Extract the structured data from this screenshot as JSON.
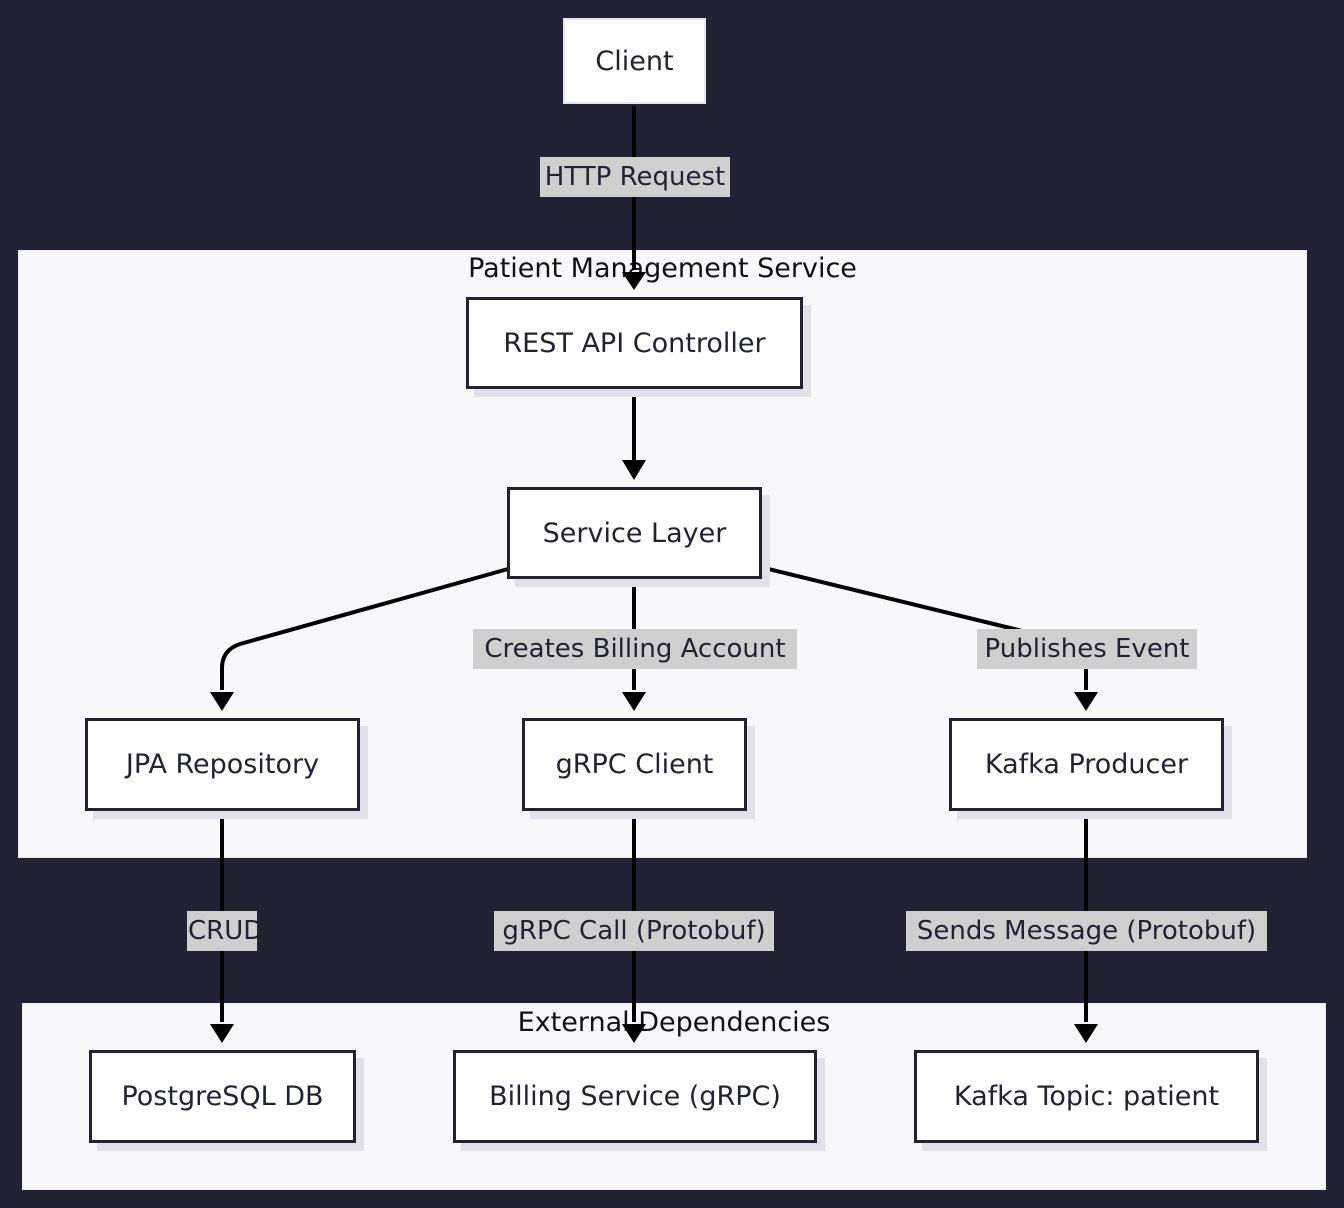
{
  "clusters": {
    "patient_service": "Patient Management Service",
    "external": "External Dependencies"
  },
  "nodes": {
    "client": "Client",
    "rest_controller": "REST API Controller",
    "service_layer": "Service Layer",
    "jpa_repository": "JPA Repository",
    "grpc_client": "gRPC Client",
    "kafka_producer": "Kafka Producer",
    "postgresql": "PostgreSQL DB",
    "billing_service": "Billing Service (gRPC)",
    "kafka_topic": "Kafka Topic: patient"
  },
  "edges": {
    "http_request": "HTTP Request",
    "creates_billing": "Creates Billing Account",
    "publishes_event": "Publishes Event",
    "crud": "CRUD",
    "grpc_call": "gRPC Call (Protobuf)",
    "sends_message": "Sends Message (Protobuf)"
  },
  "colors": {
    "background": "#232232",
    "cluster_fill": "#f8f8fa",
    "node_border": "#232232",
    "label_bg": "#cfcfcf",
    "edge": "#000000"
  }
}
